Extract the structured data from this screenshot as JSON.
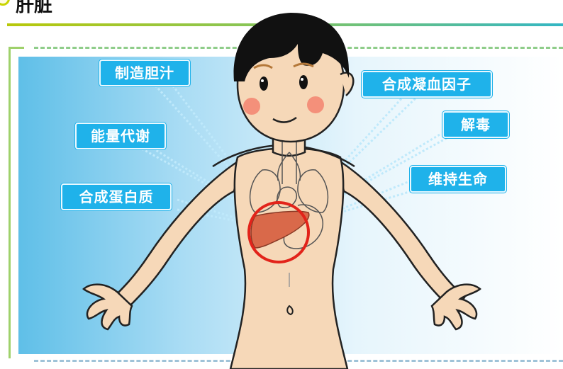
{
  "header": {
    "title": "肝脏"
  },
  "labels": {
    "make_bile": "制造胆汁",
    "metabolism": "能量代谢",
    "synth_protein": "合成蛋白质",
    "synth_clotting": "合成凝血因子",
    "detox": "解毒",
    "sustain_life": "维持生命"
  },
  "colors": {
    "label_bg": "#1fb2ea",
    "liver": "#d9694a",
    "highlight_circle": "#e2231a",
    "skin": "#f6d8b8",
    "hair": "#111111"
  }
}
